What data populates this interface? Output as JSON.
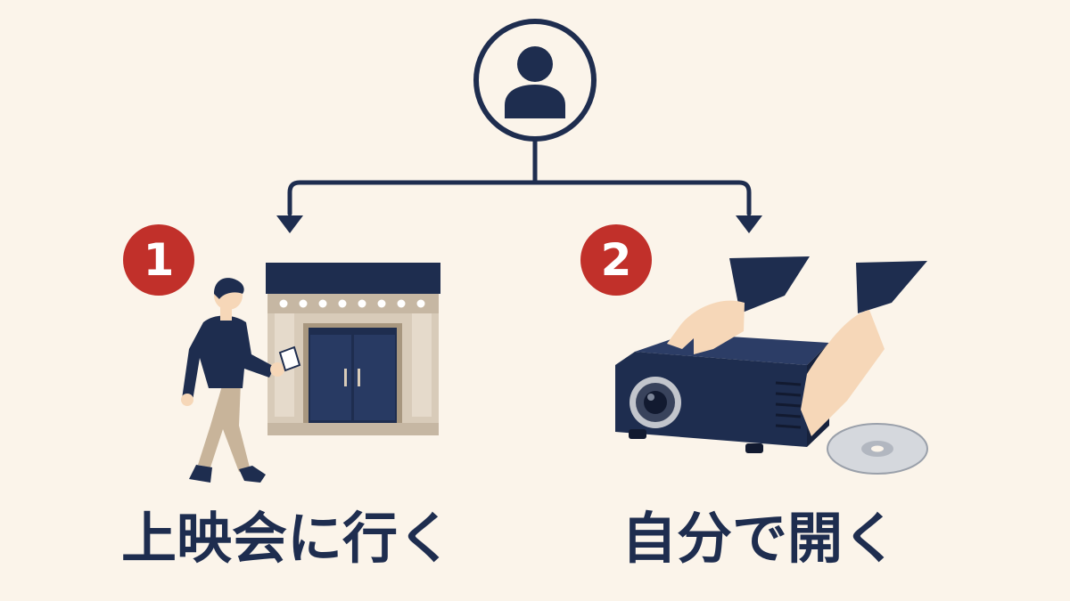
{
  "person": {
    "icon": "user-icon"
  },
  "options": [
    {
      "number": "1",
      "label": "上映会に行く",
      "illustration": "movie-theater-icon"
    },
    {
      "number": "2",
      "label": "自分で開く",
      "illustration": "projector-icon"
    }
  ],
  "colors": {
    "background": "#FBF4EA",
    "navy": "#1E2D4F",
    "badge": "#C1302A",
    "building_stone": "#D8CBB9",
    "skin": "#F6D7B8",
    "pants": "#C8B49A"
  }
}
